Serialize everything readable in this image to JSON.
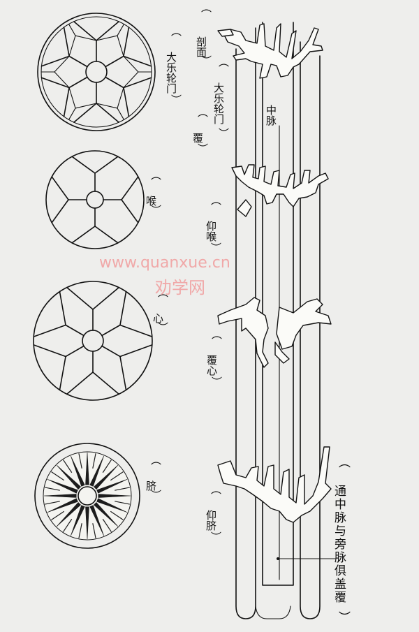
{
  "labels": {
    "section": "剖面",
    "chakra_head": "大乐轮门",
    "chakra_head_right": "大乐轮门",
    "cover": "覆",
    "central_channel": "中脉",
    "throat": "喉",
    "up_throat": "仰喉",
    "heart": "心",
    "cover_heart": "覆心",
    "navel": "脐",
    "up_navel": "仰脐",
    "right_note": "通中脉与旁脉俱盖覆"
  },
  "watermark": {
    "url": "www.quanxue.cn",
    "site": "劝学网",
    "color": "#f0a8a8"
  },
  "colors": {
    "ink": "#111111",
    "paper": "#eeeeec"
  }
}
